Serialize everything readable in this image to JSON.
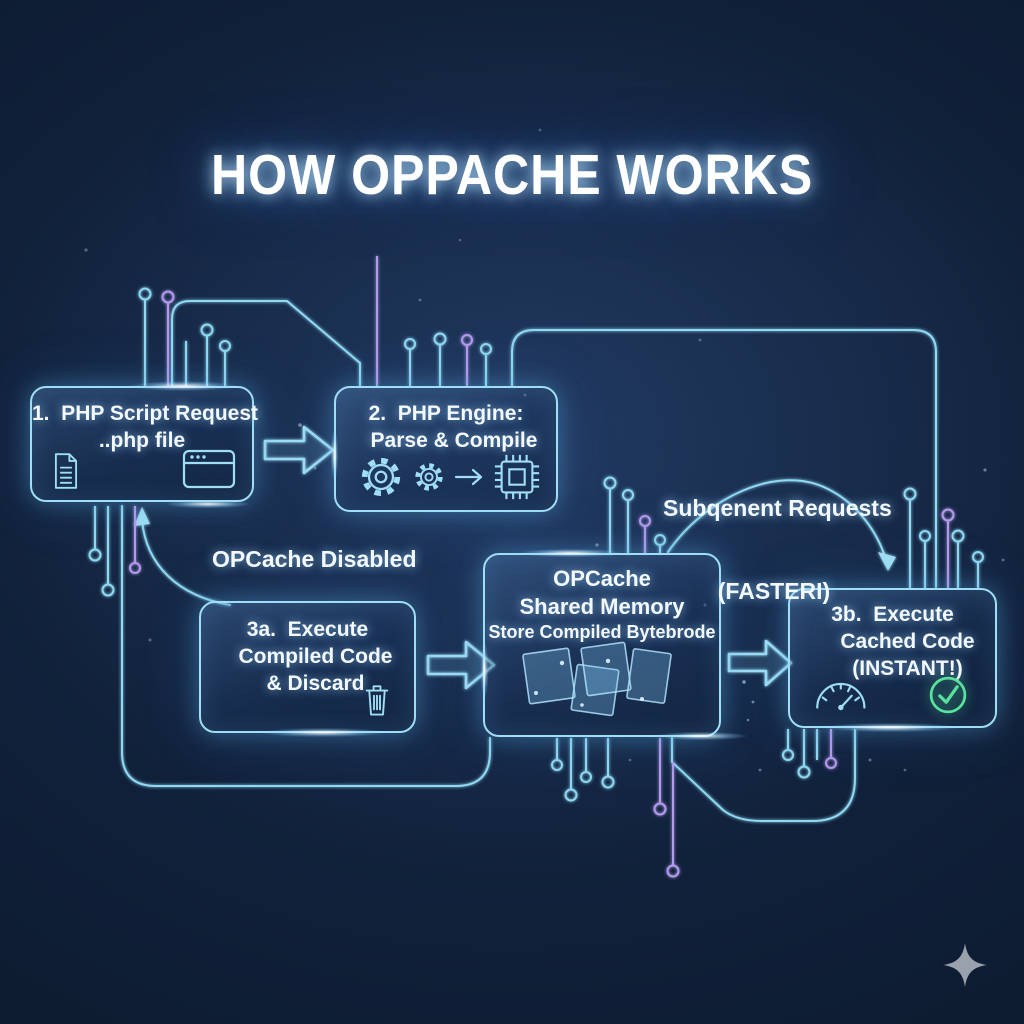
{
  "title": "HOW OPPACHE WORKS",
  "boxes": {
    "box1": {
      "line1": "1.  PHP Script Request",
      "line2": "..php file"
    },
    "box2": {
      "line1": "2.  PHP Engine:",
      "line2": "Parse & Compile"
    },
    "box3a": {
      "line1": "3a.  Execute",
      "line2": "Compiled Code",
      "line3": "& Discard"
    },
    "opcache": {
      "line1": "OPCache",
      "line2": "Shared Memory",
      "line3": "Store Compiled Bytebrode"
    },
    "box3b": {
      "line1": "3b.  Execute",
      "line2": "Cached Code",
      "line3": "(INSTANT!)"
    }
  },
  "labels": {
    "opcache_disabled": "OPCache Disabled",
    "subsequent_line1": "Subqenent Requests",
    "subsequent_line2": "(FASTERI)"
  },
  "icons": [
    "document-icon",
    "browser-window-icon",
    "gear-icon",
    "arrow-right-icon",
    "chip-icon",
    "trash-icon",
    "memory-panels-icon",
    "speedometer-icon",
    "check-circle-icon",
    "sparkle-icon"
  ],
  "colors": {
    "accent": "#8fd9f2",
    "accent_bright": "#b9ecfa",
    "purple": "#b49aec",
    "success_green": "#57e39c",
    "background": "#0e1d33",
    "text": "#f4f9ff",
    "sparkle_gray": "#98a1ac"
  }
}
